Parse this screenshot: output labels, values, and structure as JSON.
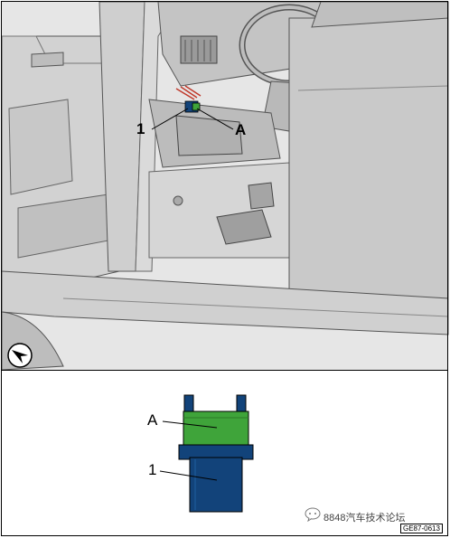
{
  "callouts": {
    "top_1": "1",
    "top_a": "A",
    "bottom_a": "A",
    "bottom_1": "1"
  },
  "figure_code": "GE87-0613",
  "watermark": "8848汽车技术论坛",
  "colors": {
    "connector_green": "#3fa43a",
    "connector_blue": "#12437a",
    "body_gray": "#d9d9d9",
    "line": "#000000"
  },
  "icons": {
    "view_direction": "view-direction-arrow-icon",
    "watermark": "chat-bubble-icon"
  }
}
